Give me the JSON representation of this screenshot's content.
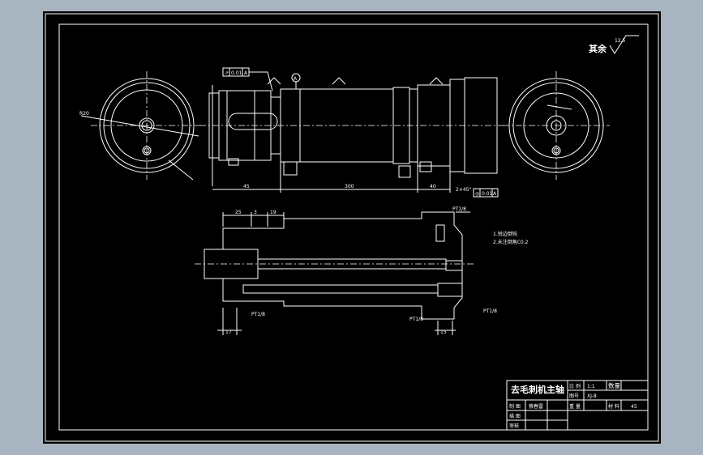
{
  "colors": {
    "background": "#a9b4c1",
    "sheet": "#000000",
    "line": "#ffffff"
  },
  "roughness": {
    "label": "其余",
    "value": "12.5"
  },
  "datum": {
    "label": "A"
  },
  "tolerance_frames": [
    {
      "symbol": "↗",
      "value": "0.01",
      "datum": "A"
    },
    {
      "symbol": "◎",
      "value": "0.01",
      "datum": "A"
    }
  ],
  "dimensions": {
    "left_len": "45",
    "mid_len": "300",
    "right_len": "40",
    "chamfer": "2×45°",
    "section_a": "25",
    "section_b": "3",
    "section_c": "19",
    "pipe_1": "PT1/8",
    "pipe_2": "PT1/8",
    "pipe_3": "PT1/8",
    "pipe_4": "PT1/8",
    "dim_17": "17",
    "dim_15": "15",
    "radius_note": "R20"
  },
  "notes": [
    "1.锐边倒钝",
    "2.未注倒角C0.2"
  ],
  "title_block": {
    "part_name": "去毛刺机主轴",
    "scale_label": "比 例",
    "scale_value": "1:1",
    "qty_label": "数量",
    "drawing_no_label": "图号",
    "drawing_no_value": "XJ-8",
    "drawn_label": "制 图",
    "drawn_value": "蔡春雷",
    "weight_label": "重 量",
    "material_label": "材 料",
    "material_value": "45",
    "design_label": "描 图",
    "check_label": "审核"
  }
}
